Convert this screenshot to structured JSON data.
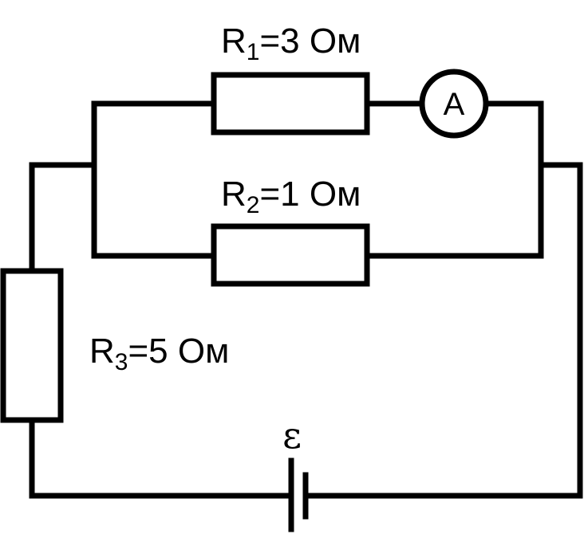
{
  "resistors": {
    "r1": {
      "label": "R",
      "subscript": "1",
      "value": "=3 Ом"
    },
    "r2": {
      "label": "R",
      "subscript": "2",
      "value": "=1 Ом"
    },
    "r3": {
      "label": "R",
      "subscript": "3",
      "value": "=5 Ом"
    }
  },
  "ammeter": {
    "symbol": "A"
  },
  "source": {
    "symbol": "ε"
  }
}
